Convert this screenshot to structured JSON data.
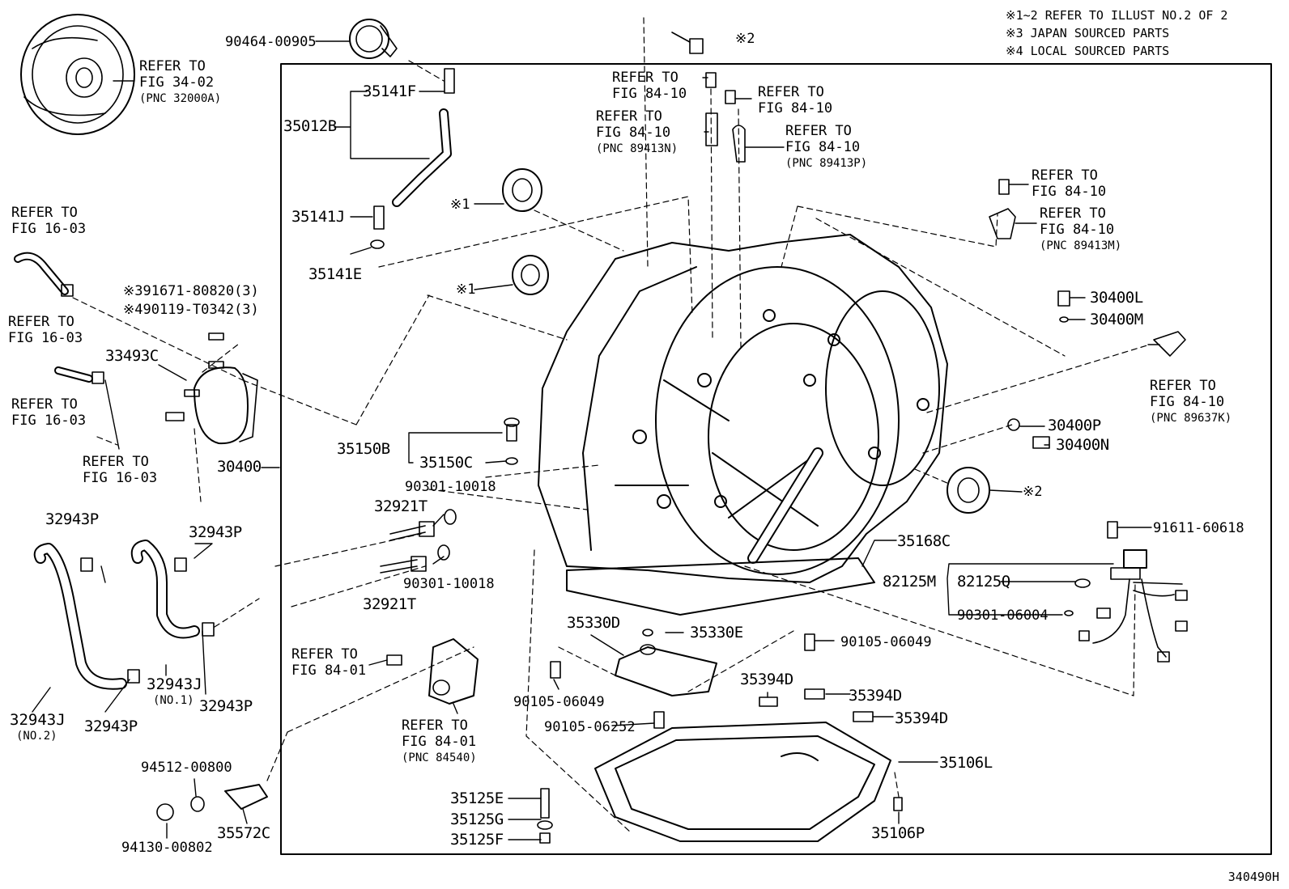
{
  "notes": [
    "※1~2 REFER TO ILLUST NO.2 OF 2",
    "※3 JAPAN SOURCED PARTS",
    "※4 LOCAL SOURCED PARTS"
  ],
  "figure_code": "340490H",
  "labels": {
    "refer_fig3402": [
      "REFER TO",
      "FIG 34-02",
      "(PNC 32000A)"
    ],
    "p90464": "90464-00905",
    "p35141F": "35141F",
    "p35012B": "35012B",
    "p35141J": "35141J",
    "p35141E": "35141E",
    "star2_top": "※2",
    "refer_8410_a": [
      "REFER TO",
      "FIG 84-10"
    ],
    "refer_8410_b": [
      "REFER TO",
      "FIG 84-10"
    ],
    "refer_8410_c": [
      "REFER TO",
      "FIG 84-10",
      "(PNC 89413N)"
    ],
    "refer_8410_d": [
      "REFER TO",
      "FIG 84-10",
      "(PNC 89413P)"
    ],
    "refer_8410_e": [
      "REFER TO",
      "FIG 84-10"
    ],
    "refer_8410_f": [
      "REFER TO",
      "FIG 84-10",
      "(PNC 89413M)"
    ],
    "star1_a": "※1",
    "star1_b": "※1",
    "refer_1603_a": [
      "REFER TO",
      "FIG 16-03"
    ],
    "refer_1603_b": [
      "REFER TO",
      "FIG 16-03"
    ],
    "refer_1603_c": [
      "REFER TO",
      "FIG 16-03"
    ],
    "refer_1603_d": [
      "REFER TO",
      "FIG 16-03"
    ],
    "p91671": "※391671-80820(3)",
    "p90119": "※490119-T0342(3)",
    "p33493C": "33493C",
    "p30400": "30400",
    "p35150B": "35150B",
    "p35150C": "35150C",
    "p90301_a": "90301-10018",
    "p32921T_a": "32921T",
    "p90301_b": "90301-10018",
    "p32921T_b": "32921T",
    "p32943P_a": "32943P",
    "p32943P_b": "32943P",
    "p32943P_c": "32943P",
    "p32943P_d": "32943P",
    "p32943J_1": [
      "32943J",
      "(NO.1)"
    ],
    "p32943J_2": [
      "32943J",
      "(NO.2)"
    ],
    "p30400L": "30400L",
    "p30400M": "30400M",
    "refer_8410_g": [
      "REFER TO",
      "FIG 84-10",
      "(PNC 89637K)"
    ],
    "p30400P": "30400P",
    "p30400N": "30400N",
    "star2_b": "※2",
    "p91611": "91611-60618",
    "p35168C": "35168C",
    "p82125M": "82125M",
    "p82125Q": "82125Q",
    "p90301_06004": "90301-06004",
    "refer_8401_a": [
      "REFER TO",
      "FIG 84-01"
    ],
    "refer_8401_b": [
      "REFER TO",
      "FIG 84-01",
      "(PNC 84540)"
    ],
    "p35330D": "35330D",
    "p35330E": "35330E",
    "p90105_a": "90105-06049",
    "p90105_b": "90105-06049",
    "p90105_c": "90105-06252",
    "p35394D_a": "35394D",
    "p35394D_b": "35394D",
    "p35394D_c": "35394D",
    "p35106L": "35106L",
    "p35106P": "35106P",
    "p94512": "94512-00800",
    "p94130": "94130-00802",
    "p35572C": "35572C",
    "p35125E": "35125E",
    "p35125G": "35125G",
    "p35125F": "35125F"
  }
}
